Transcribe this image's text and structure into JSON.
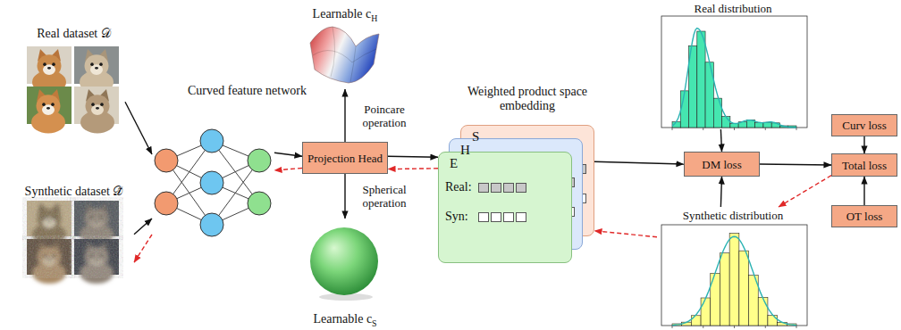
{
  "diagram": {
    "nodes": [
      {
        "text": [
          "Real dataset 𝒟"
        ]
      },
      {
        "text": [
          "Synthetic dataset 𝒟̃"
        ]
      },
      {
        "text": [
          "Curved feature network"
        ]
      },
      {
        "text": [
          "Learnable cH"
        ]
      },
      {
        "text": [
          "Projection Head"
        ]
      },
      {
        "text": [
          "Learnable cS"
        ]
      },
      {
        "text": [
          "S"
        ]
      },
      {
        "text": [
          "H"
        ]
      },
      {
        "text": [
          "E",
          "Real:",
          "Syn:"
        ]
      },
      {
        "text": [
          "Real distribution"
        ]
      },
      {
        "text": [
          "DM loss"
        ]
      },
      {
        "text": [
          "Synthetic distribution"
        ]
      },
      {
        "text": [
          "Curv loss"
        ]
      },
      {
        "text": [
          "Total loss"
        ]
      },
      {
        "text": [
          "OT loss"
        ]
      }
    ],
    "edges": [
      {
        "from": 0,
        "to": 2,
        "arrow": "to"
      },
      {
        "from": 1,
        "to": 2,
        "arrow": "to"
      },
      {
        "from": 2,
        "to": 1,
        "arrow": "to"
      },
      {
        "from": 2,
        "to": 4,
        "arrow": "to"
      },
      {
        "from": 4,
        "to": 2,
        "arrow": "to"
      },
      {
        "from": 4,
        "to": 3,
        "label": "Poincare operation",
        "arrow": "to"
      },
      {
        "from": 4,
        "to": 5,
        "label": "Spherical operation",
        "arrow": "to"
      },
      {
        "from": 4,
        "to": 8,
        "arrow": "to"
      },
      {
        "from": 8,
        "to": 4,
        "arrow": "to"
      },
      {
        "from": 6,
        "to": 10,
        "arrow": "to"
      },
      {
        "from": 11,
        "to": 6,
        "arrow": "to"
      },
      {
        "from": 9,
        "to": 10,
        "arrow": "to"
      },
      {
        "from": 11,
        "to": 10,
        "arrow": "to"
      },
      {
        "from": 10,
        "to": 13,
        "arrow": "to"
      },
      {
        "from": 12,
        "to": 13,
        "arrow": "to"
      },
      {
        "from": 14,
        "to": 13,
        "arrow": "to"
      },
      {
        "from": 13,
        "to": 11,
        "arrow": "to"
      }
    ],
    "labels": [
      "Weighted product space embedding"
    ]
  }
}
